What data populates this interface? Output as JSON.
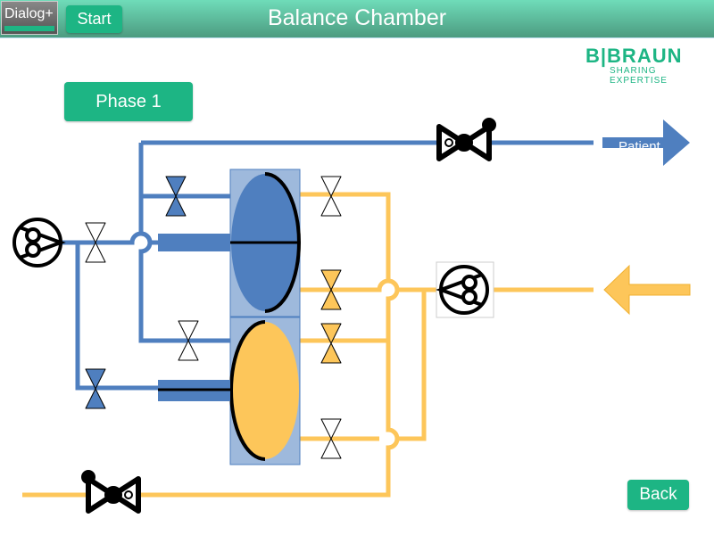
{
  "header": {
    "logo": "Dialog+",
    "start_label": "Start",
    "title": "Balance Chamber"
  },
  "brand": {
    "name": "B|BRAUN",
    "tagline": "SHARING EXPERTISE"
  },
  "phase_label": "Phase 1",
  "diagram": {
    "patient_label": "Patient",
    "colors": {
      "blue": "#4f7fbf",
      "yellow": "#fdc65a",
      "green": "#1db584"
    }
  },
  "back_label": "Back"
}
